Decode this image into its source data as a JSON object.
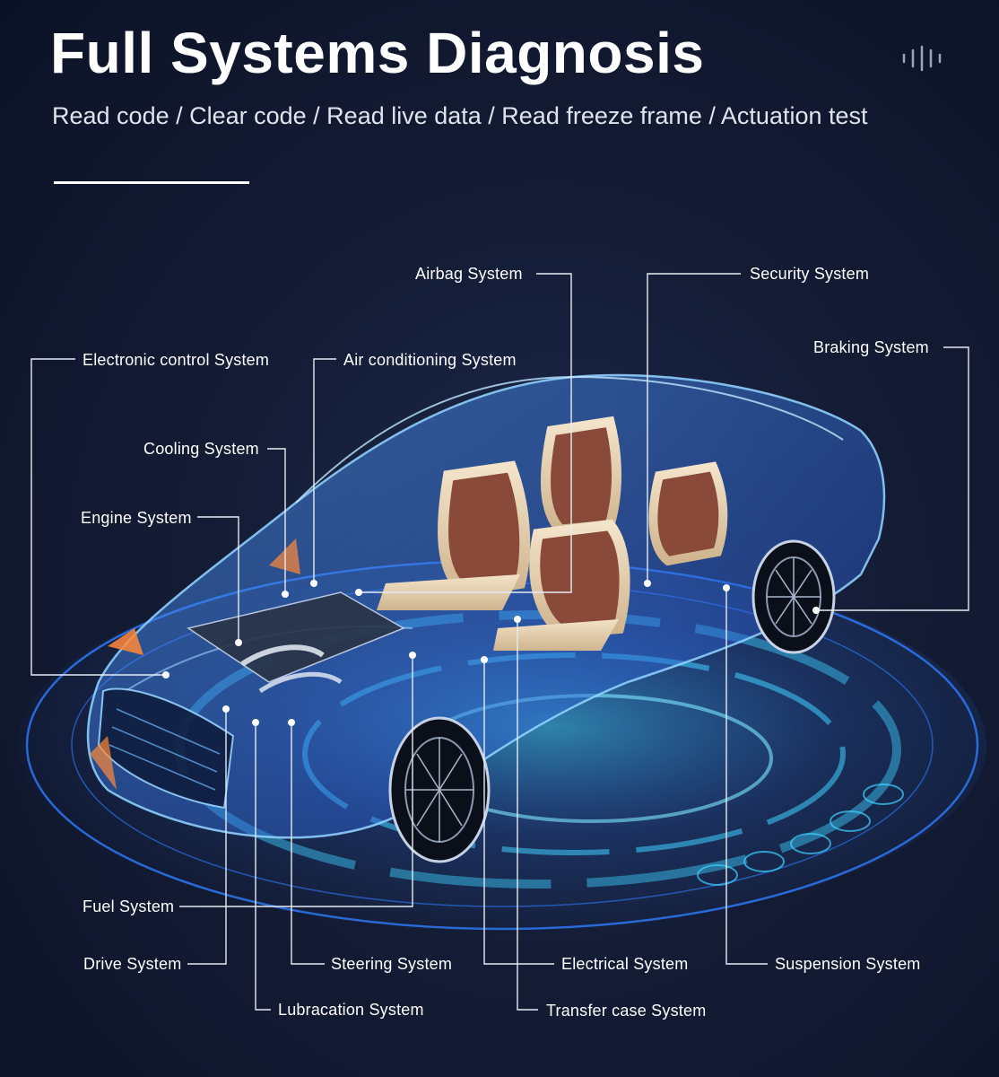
{
  "header": {
    "title": "Full Systems Diagnosis",
    "subtitle": "Read code / Clear code / Read live data / Read freeze frame / Actuation test"
  },
  "labels": {
    "airbag": "Airbag System",
    "security": "Security System",
    "electronic_control": "Electronic control System",
    "air_conditioning": "Air conditioning System",
    "braking": "Braking System",
    "cooling": "Cooling System",
    "engine": "Engine System",
    "fuel": "Fuel System",
    "drive": "Drive System",
    "steering": "Steering System",
    "electrical": "Electrical System",
    "suspension": "Suspension System",
    "lubrication": "Lubracation System",
    "transfer_case": "Transfer case System"
  },
  "icons": {
    "top_right": "sound-wave-icon"
  },
  "colors": {
    "accent_blue": "#2f7cff",
    "glow_cyan": "#3fd0ff",
    "seat_tan": "#e9d3b4",
    "seat_brown": "#8a4a3a"
  }
}
